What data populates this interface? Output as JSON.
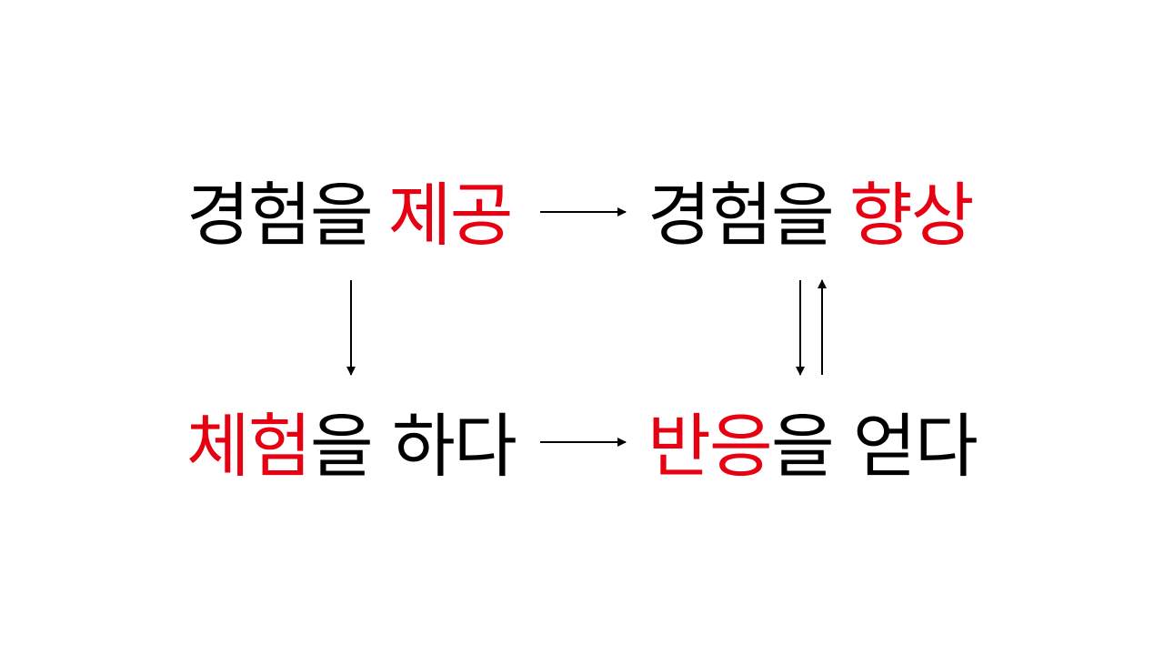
{
  "nodes": {
    "top_left": {
      "word": "경험을",
      "accent": "제공"
    },
    "top_right": {
      "word": "경험을",
      "accent": "향상"
    },
    "bottom_left": {
      "accent": "체험",
      "tail": "을 하다"
    },
    "bottom_right": {
      "accent": "반응",
      "tail": "을 얻다"
    }
  },
  "colors": {
    "text": "#000000",
    "accent": "#e60012",
    "arrow": "#000000",
    "background": "#ffffff"
  }
}
